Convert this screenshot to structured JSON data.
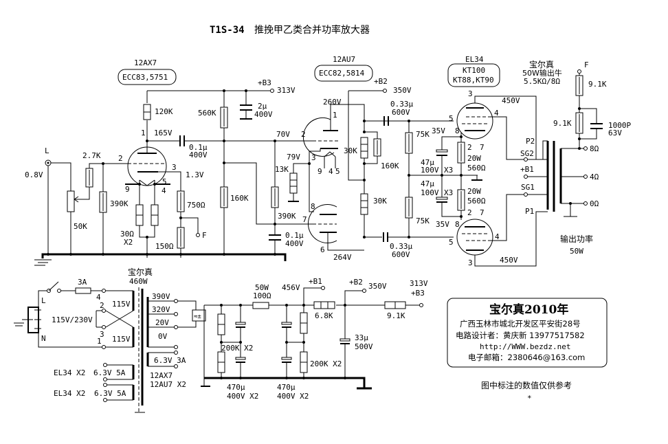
{
  "title": {
    "model": "T1S-34",
    "name": "推挽甲乙类合并功率放大器"
  },
  "tubes": {
    "v1": {
      "type": "12AX7",
      "equivalents": "ECC83,5751"
    },
    "v2": {
      "type": "12AU7",
      "equivalents": "ECC82,5814"
    },
    "v3": {
      "type": "EL34",
      "equivalents_line1": "KT100",
      "equivalents_line2": "KT88,KT90"
    }
  },
  "output_transformer": {
    "brand": "宝尔真",
    "spec": "50W输出牛",
    "ratio": "5.5KΩ/8Ω",
    "taps": [
      "P2",
      "SG2",
      "+B1",
      "SG1",
      "P1"
    ],
    "secondary": [
      "8Ω",
      "4Ω",
      "0Ω"
    ],
    "power_label": "输出功率",
    "power_value": "50W"
  },
  "input": {
    "terminal": "L",
    "level": "0.8V",
    "pot": "50K",
    "series_r": "2.7K",
    "grid_r": "390K"
  },
  "stage1": {
    "pins": {
      "p1": "1",
      "p2": "2",
      "p3": "3",
      "p9": "9",
      "p4": "4",
      "p5": "5"
    },
    "plate_r": "120K",
    "plate_v": "165V",
    "cathode_v": "1.3V",
    "cathode_r1": "750Ω",
    "cathode_r2": "150Ω",
    "feedback": "F",
    "heater_r": "30Ω",
    "heater_r_count": "X2",
    "coupling_cap": "0.1μ",
    "coupling_cap_v": "400V"
  },
  "b3": {
    "label": "+B3",
    "voltage": "313V",
    "cap": "2μ",
    "cap_v": "400V"
  },
  "b2": {
    "label": "+B2",
    "voltage": "350V"
  },
  "stage2": {
    "grid_v": "70V",
    "r_560k": "560K",
    "r_160k": "160K",
    "r_390k": "390K",
    "cap": "0.1μ",
    "cap_v": "400V",
    "cathode_v": "79V",
    "cathode_r": "13K",
    "pins": {
      "p1": "1",
      "p2": "2",
      "p3": "3",
      "p9": "9",
      "p4": "4",
      "p5": "5",
      "p8": "8",
      "p7": "7",
      "p6": "6"
    },
    "plate1_v": "260V",
    "plate2_v": "264V",
    "load_r1": "30K",
    "load_r1_par": "160K",
    "load_r2": "30K"
  },
  "output_stage": {
    "coupling_cap": "0.33μ",
    "coupling_cap_v": "600V",
    "grid_r": "75K",
    "cathode_v": "35V",
    "cathode_cap": "47μ",
    "cathode_cap_v": "100V",
    "cap_count": "X3",
    "cathode_r_w": "20W",
    "cathode_r": "560Ω",
    "plate_v": "450V",
    "pins": {
      "p3": "3",
      "p5": "5",
      "p4": "4",
      "p8": "8",
      "p2": "2",
      "p7": "7"
    }
  },
  "nfb": {
    "terminal": "F",
    "r1": "9.1K",
    "r2": "9.1K",
    "cap": "1000P",
    "cap_v": "63V"
  },
  "power": {
    "fuse": "3A",
    "mains_l": "L",
    "mains_n": "N",
    "voltage_select": "115V/230V",
    "primary_pins": [
      "4",
      "2",
      "3",
      "1"
    ],
    "primary_taps": [
      "115V",
      "115V"
    ],
    "transformer_brand": "宝尔真",
    "transformer_power": "460W",
    "secondary": [
      "390V",
      "320V",
      "20V",
      "0V"
    ],
    "heater_small": "6.3V  3A",
    "heater_small_tubes_1": "12AX7",
    "heater_small_tubes_2": "12AU7 X2",
    "heater_el34_1_label": "EL34 X2",
    "heater_el34_1_spec": "6.3V 5A",
    "heater_el34_2_label": "EL34 X2",
    "heater_el34_2_spec": "6.3V 5A",
    "bleeder_r": "200K  X2",
    "filter_cap": "470μ",
    "filter_cap_v": "400V  X2",
    "dropper_w": "50W",
    "dropper_r": "100Ω",
    "b1_voltage": "456V",
    "b1_label": "+B1",
    "bleeder_r2": "200K  X2",
    "filter_cap2": "470μ",
    "filter_cap2_v": "400V X2",
    "r_68k": "6.8K",
    "b2_label": "+B2",
    "b2_voltage": "350V",
    "cap_33": "33μ",
    "cap_33_v": "500V",
    "r_91k": "9.1K",
    "b3_voltage": "313V",
    "b3_label": "+B3"
  },
  "info_box": {
    "heading": "宝尔真2010年",
    "address": "广西玉林市城北开发区平安街28号",
    "designer": "电路设计者：黄庆新   13977517582",
    "website": "http://WWW.bezdz.net",
    "email": "电子邮箱：2380646@163.com"
  },
  "note": "图中标注的数值仅供参考",
  "asterisk": "*"
}
